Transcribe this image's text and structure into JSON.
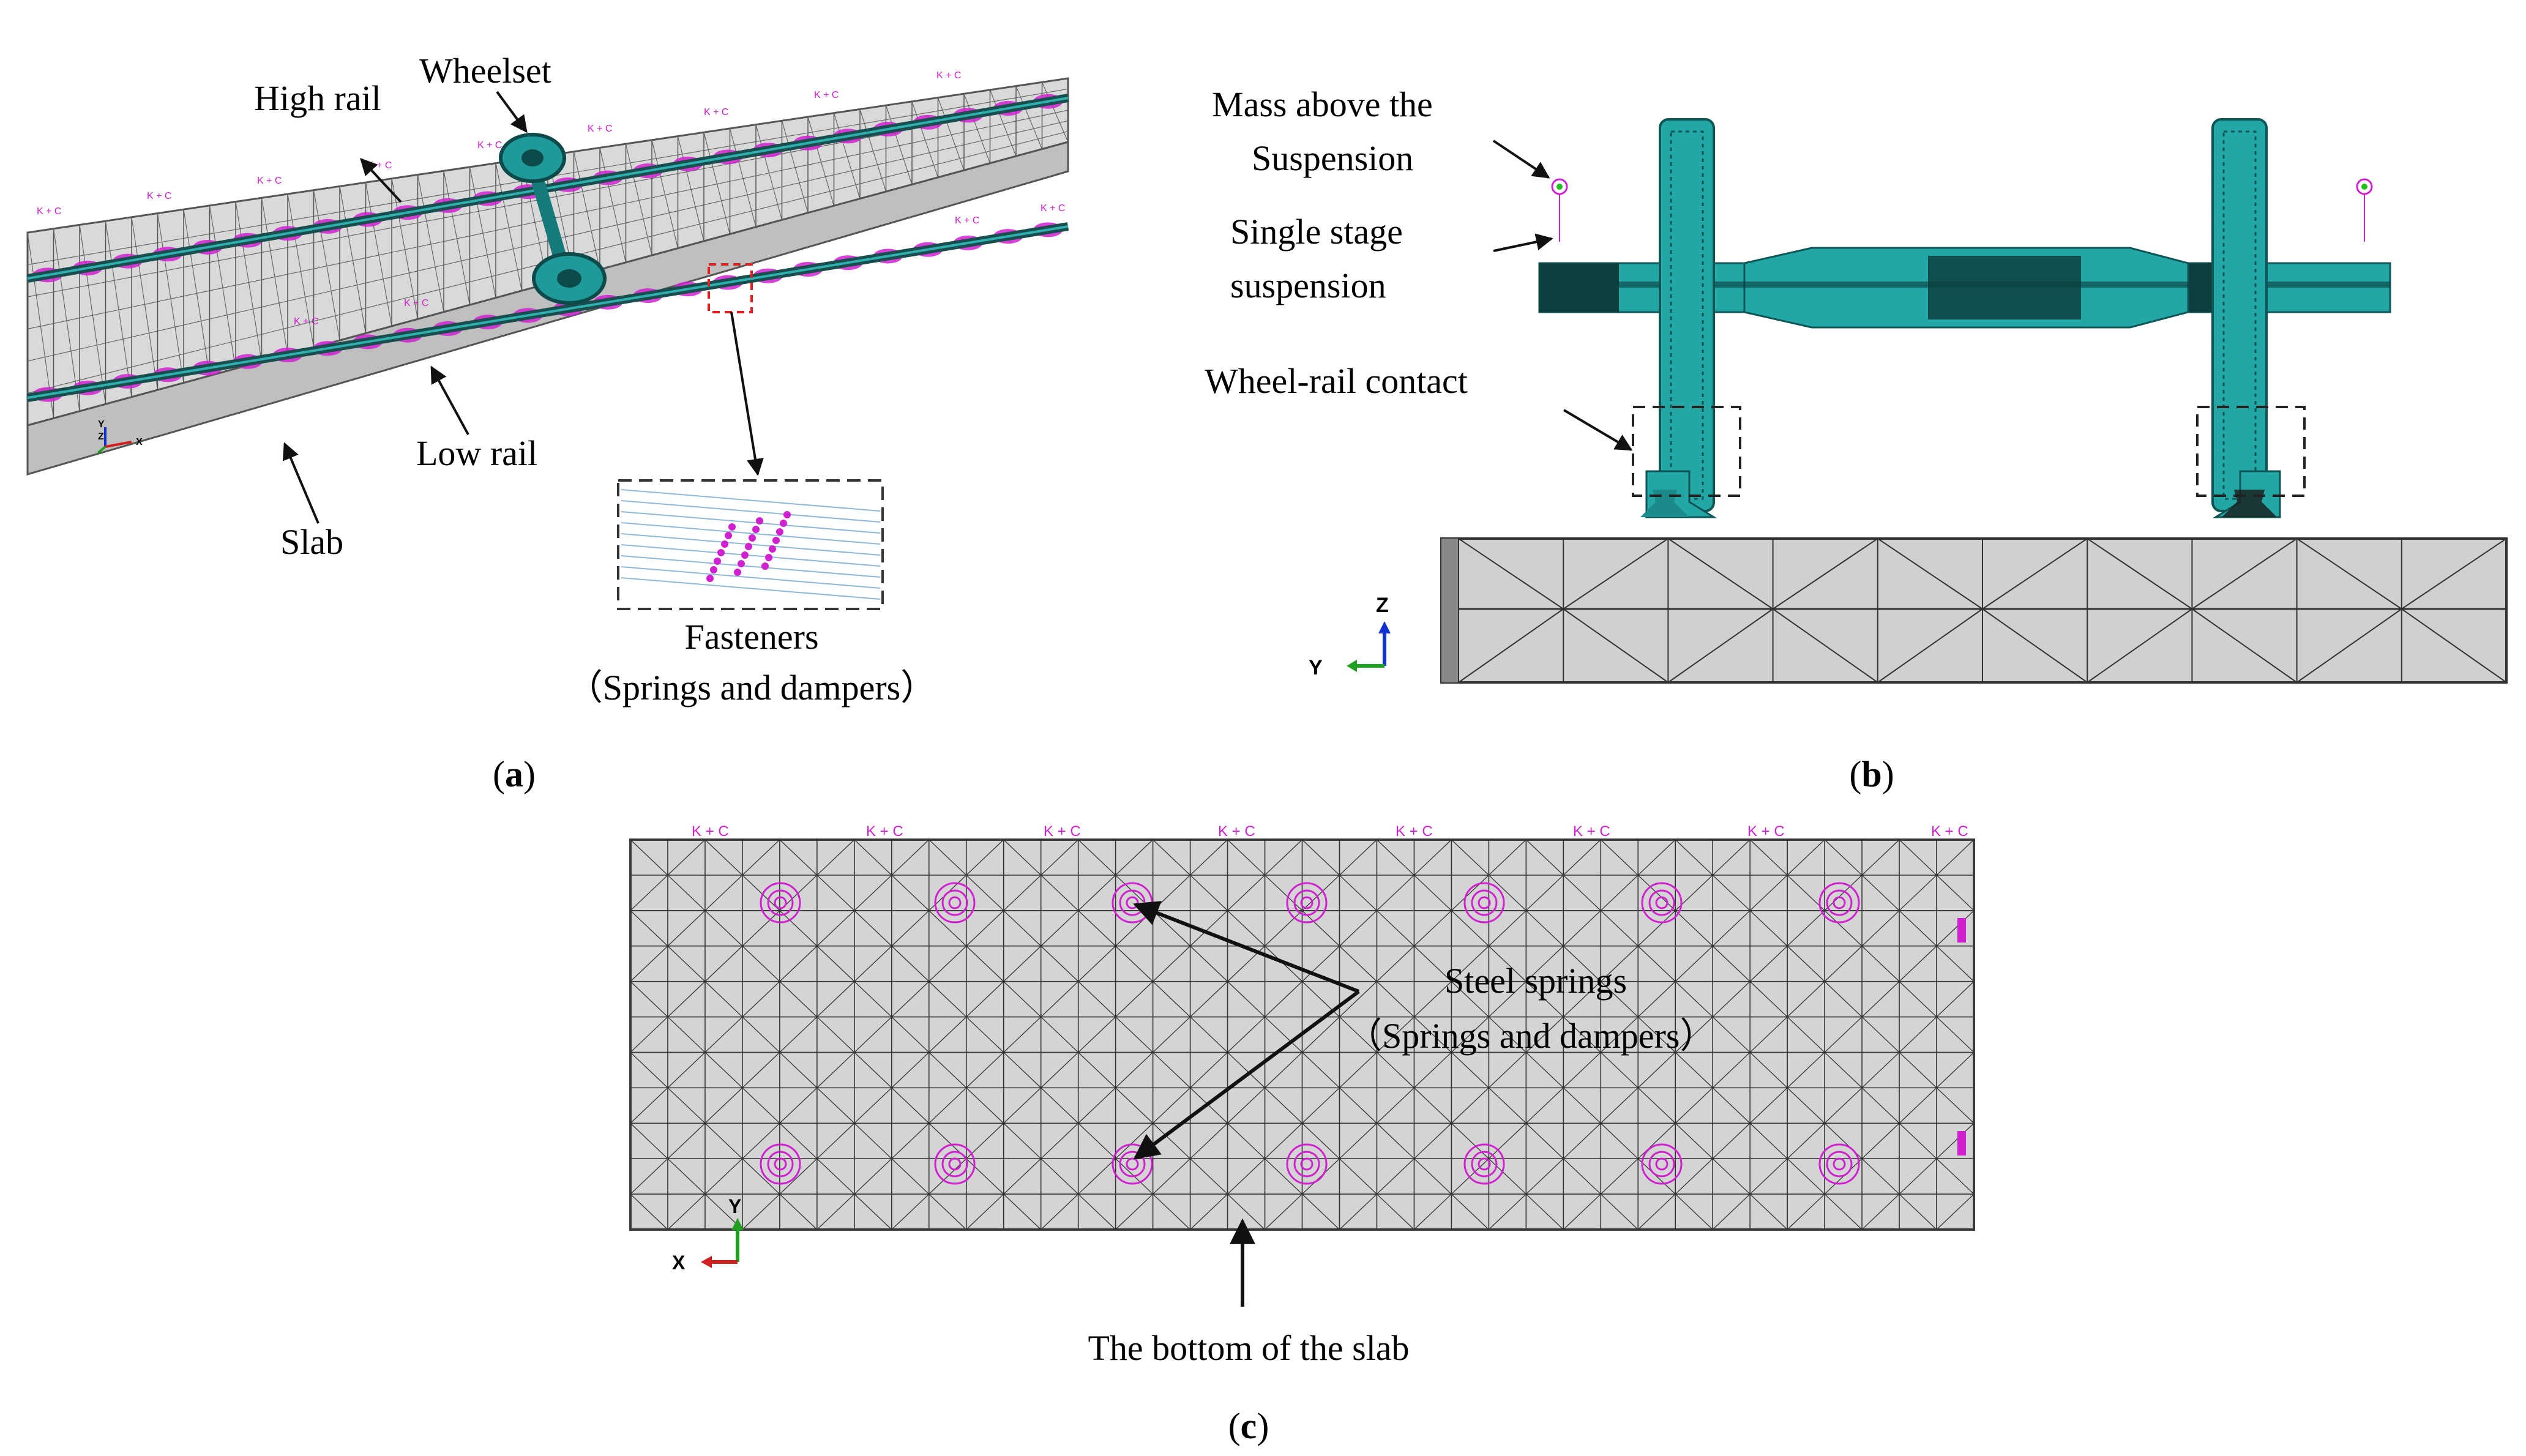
{
  "panel_a": {
    "caption": "a",
    "labels": {
      "wheelset": "Wheelset",
      "high_rail": "High rail",
      "low_rail": "Low rail",
      "slab": "Slab",
      "fasteners": "Fasteners",
      "fasteners_sub": "（Springs and dampers）"
    },
    "kc_tag": "K + C",
    "axis": {
      "x": "X",
      "y": "Y",
      "z": "Z"
    }
  },
  "panel_b": {
    "caption": "b",
    "labels": {
      "mass_line1": "Mass above the",
      "mass_line2": "Suspension",
      "single_line1": "Single stage",
      "single_line2": "suspension",
      "contact": "Wheel-rail contact"
    },
    "axis": {
      "z": "Z",
      "y": "Y"
    }
  },
  "panel_c": {
    "caption": "c",
    "labels": {
      "steel_springs": "Steel springs",
      "steel_springs_sub": "（Springs and dampers）",
      "bottom": "The bottom of the  slab"
    },
    "kc_tag": "K + C",
    "axis": {
      "x": "X",
      "y": "Y"
    }
  },
  "colors": {
    "mesh_fill": "#d7d7d7",
    "mesh_line": "#2b2b2b",
    "spring_magenta": "#d020d0",
    "wheelset_teal": "#22a6a6",
    "rail_dark": "#1a4d4d"
  }
}
